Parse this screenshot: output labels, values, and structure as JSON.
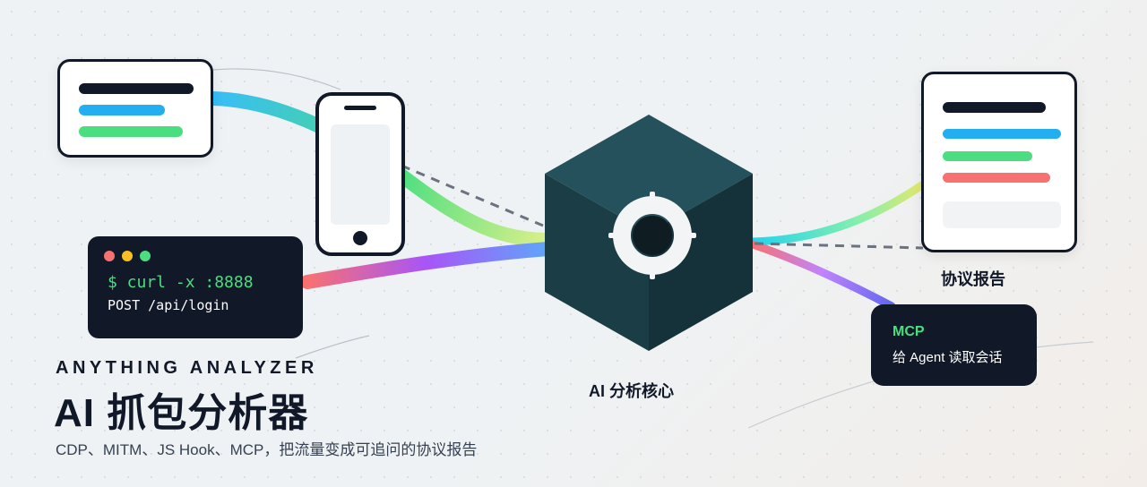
{
  "brand": {
    "name_en": "ANYTHING ANALYZER",
    "title": "AI 抓包分析器",
    "subtitle": "CDP、MITM、JS Hook、MCP，把流量变成可追问的协议报告"
  },
  "terminal": {
    "command": "$ curl -x :8888",
    "request": "POST /api/login"
  },
  "core": {
    "label": "AI 分析核心"
  },
  "report": {
    "label": "协议报告"
  },
  "mcp": {
    "title": "MCP",
    "description": "给 Agent 读取会话"
  },
  "icons": [
    "browser-window-icon",
    "phone-icon",
    "terminal-icon",
    "ai-core-cube-icon",
    "target-icon",
    "report-document-icon"
  ],
  "colors": {
    "ink": "#111827",
    "cube_top": "#24515b",
    "cube_left": "#1b3e46",
    "cube_right": "#15313a",
    "green": "#4ade80",
    "blue": "#22aef0",
    "coral": "#f87171",
    "purple": "#8b5cf6",
    "yellow": "#fbbf24"
  }
}
